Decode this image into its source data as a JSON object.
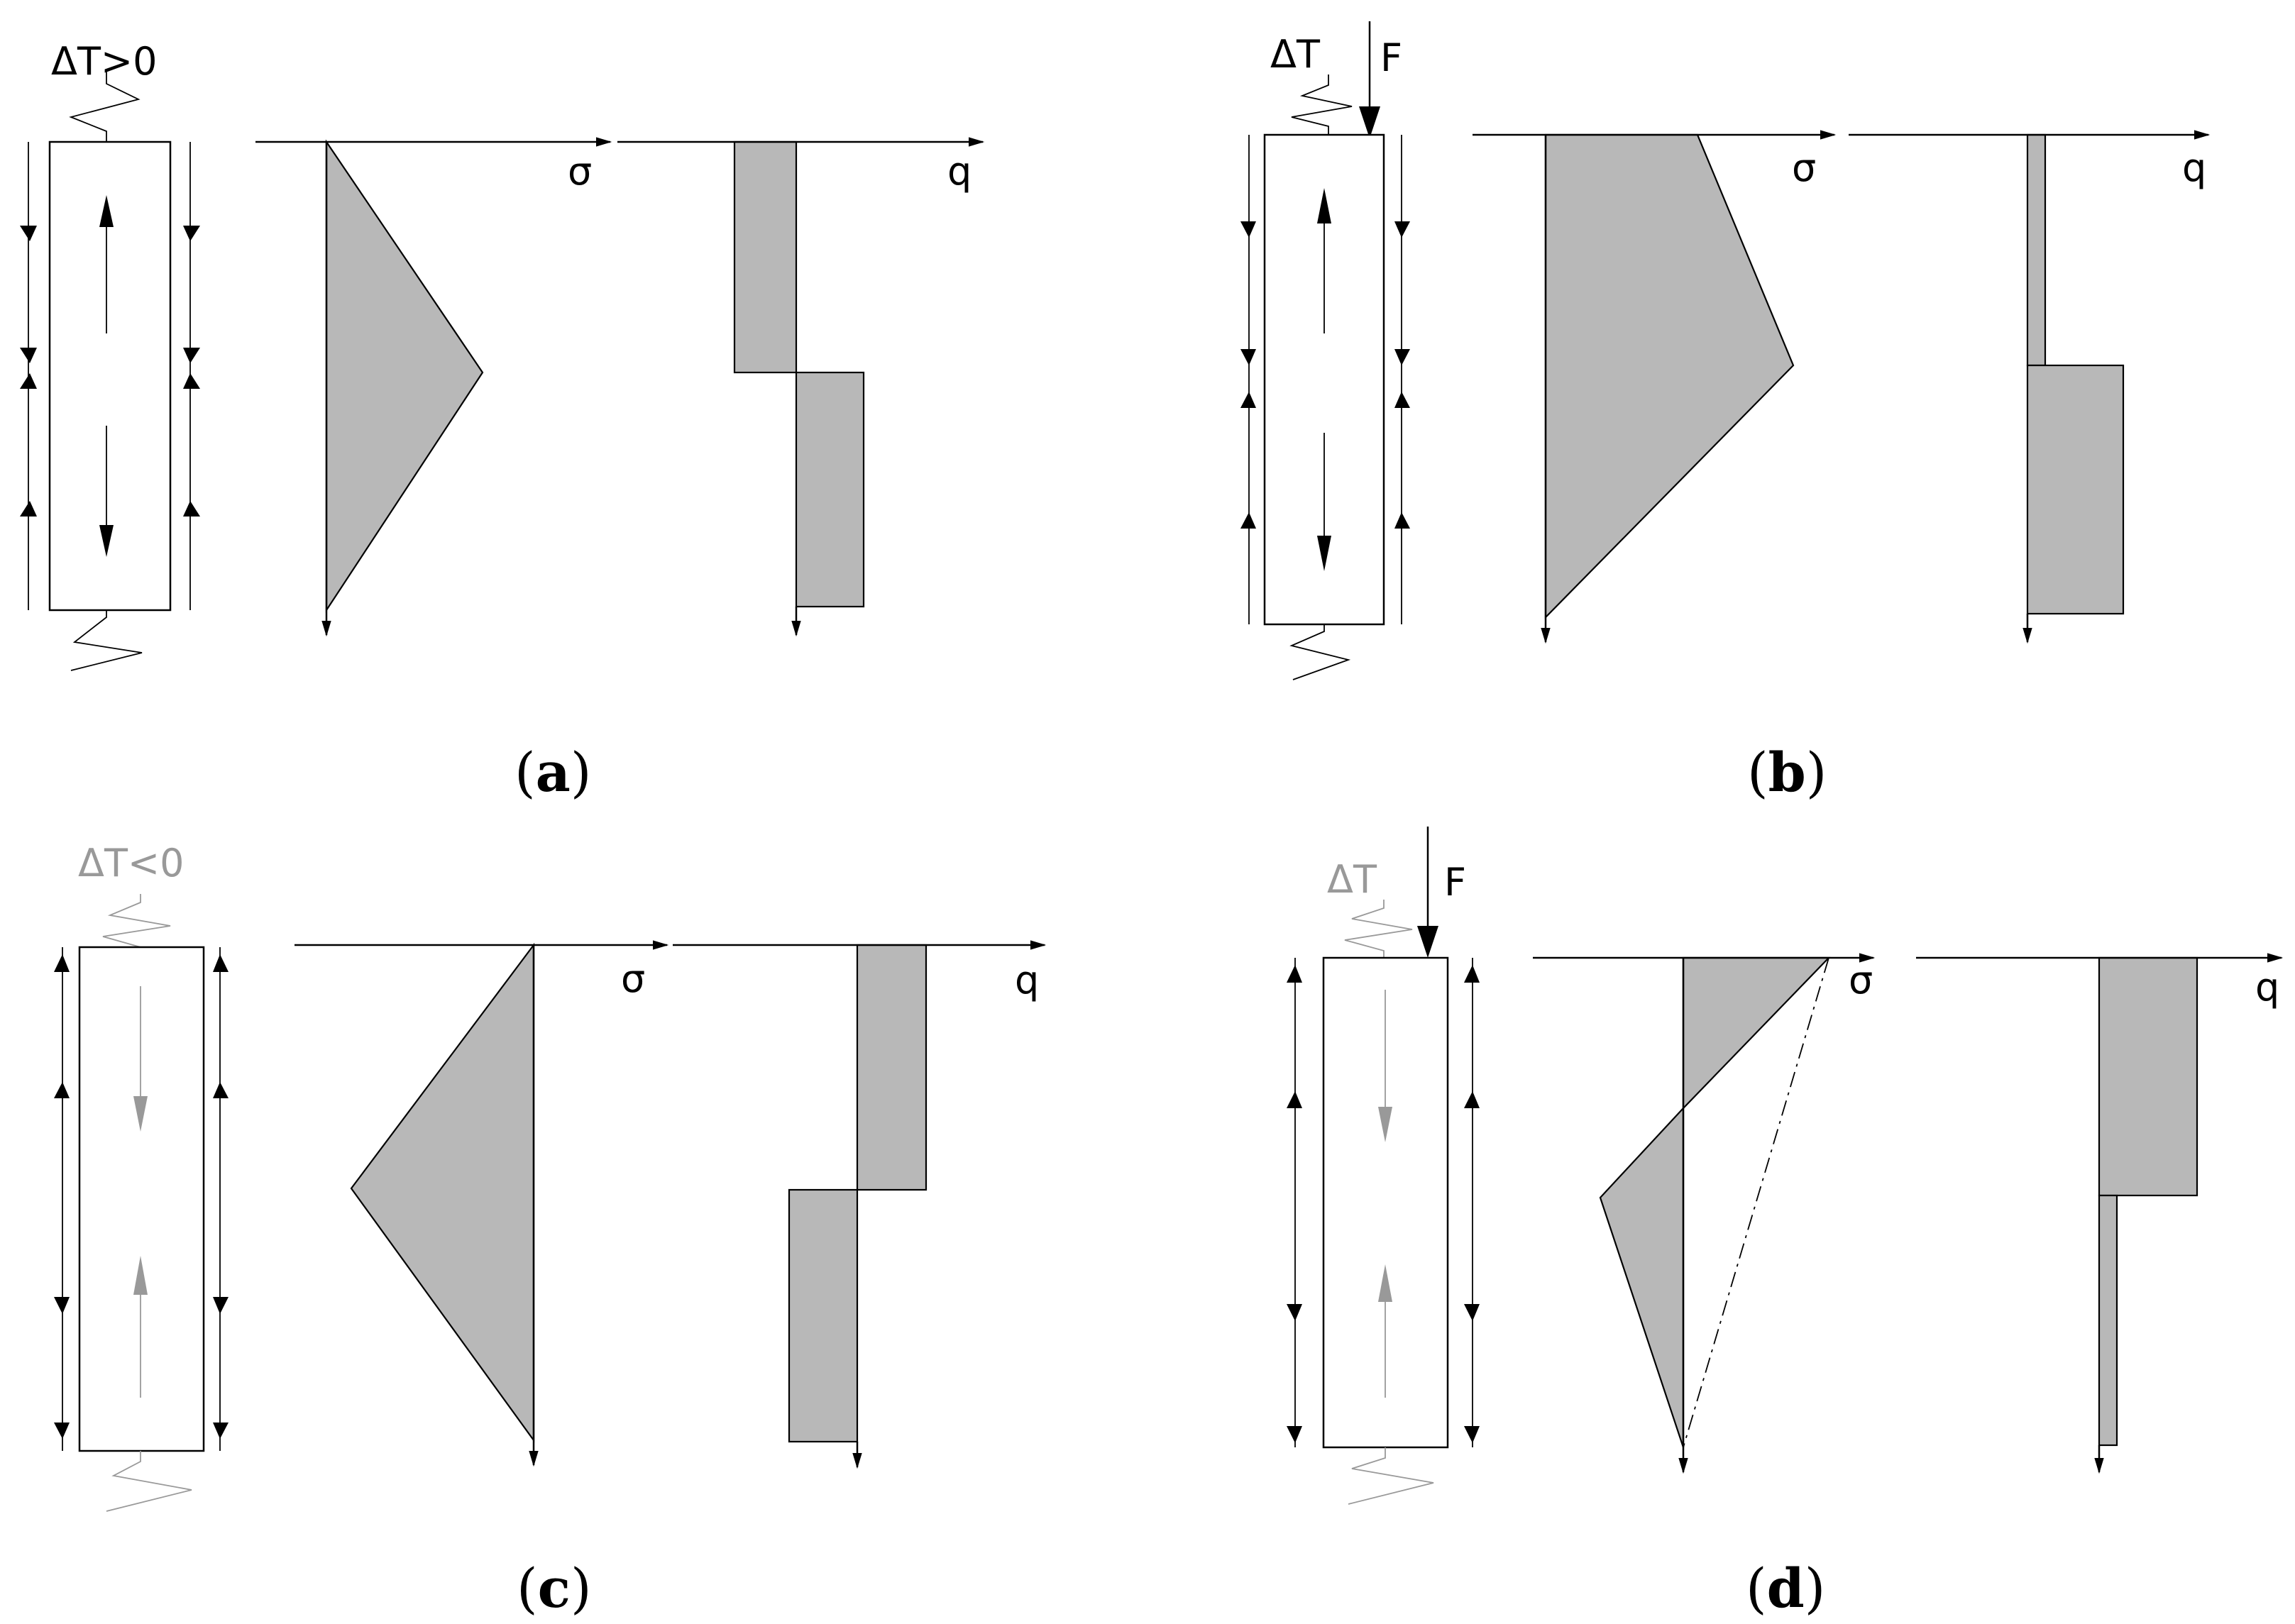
{
  "panels": [
    {
      "id": "a",
      "caption": "a",
      "temp_label": "ΔT>0",
      "temp_color": "#000000",
      "force_label": "",
      "sigma_label": "σ",
      "q_label": "q"
    },
    {
      "id": "b",
      "caption": "b",
      "temp_label": "ΔT",
      "temp_color": "#000000",
      "force_label": "F",
      "sigma_label": "σ",
      "q_label": "q"
    },
    {
      "id": "c",
      "caption": "c",
      "temp_label": "ΔT<0",
      "temp_color": "#999999",
      "force_label": "",
      "sigma_label": "σ",
      "q_label": "q"
    },
    {
      "id": "d",
      "caption": "d",
      "temp_label": "ΔT",
      "temp_color": "#999999",
      "force_label": "F",
      "sigma_label": "σ",
      "q_label": "q"
    }
  ],
  "colors": {
    "fill": "#b8b8b8",
    "line": "#000000",
    "grey": "#999999"
  }
}
